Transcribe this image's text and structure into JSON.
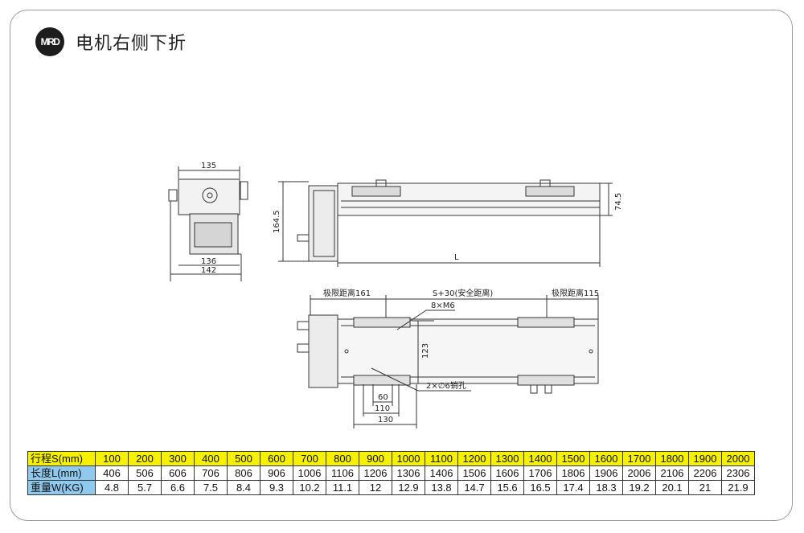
{
  "header": {
    "logo_text": "MRD",
    "title": "电机右侧下折"
  },
  "dimensions": {
    "front_width": "135",
    "front_motor_width": "136",
    "front_total_width": "142",
    "side_height": "164.5",
    "side_rail_height": "74.5",
    "side_length": "L",
    "limit_left": "极限距离161",
    "stroke_safe": "S+30(安全距离)",
    "limit_right": "极限距离115",
    "screw_label": "8×M6",
    "width_123": "123",
    "pin_label": "2×∅6销孔",
    "dim_60": "60",
    "dim_110": "110",
    "dim_130": "130"
  },
  "table": {
    "row_labels": [
      "行程S(mm)",
      "长度L(mm)",
      "重量W(KG)"
    ],
    "stroke": [
      "100",
      "200",
      "300",
      "400",
      "500",
      "600",
      "700",
      "800",
      "900",
      "1000",
      "1100",
      "1200",
      "1300",
      "1400",
      "1500",
      "1600",
      "1700",
      "1800",
      "1900",
      "2000"
    ],
    "length": [
      "406",
      "506",
      "606",
      "706",
      "806",
      "906",
      "1006",
      "1106",
      "1206",
      "1306",
      "1406",
      "1506",
      "1606",
      "1706",
      "1806",
      "1906",
      "2006",
      "2106",
      "2206",
      "2306"
    ],
    "weight": [
      "4.8",
      "5.7",
      "6.6",
      "7.5",
      "8.4",
      "9.3",
      "10.2",
      "11.1",
      "12",
      "12.9",
      "13.8",
      "14.7",
      "15.6",
      "16.5",
      "17.4",
      "18.3",
      "19.2",
      "20.1",
      "21",
      "21.9"
    ]
  },
  "colors": {
    "stroke_row": "#f5f100",
    "label_cells": "#8fc9ee",
    "frame": "#9a9a9a"
  }
}
